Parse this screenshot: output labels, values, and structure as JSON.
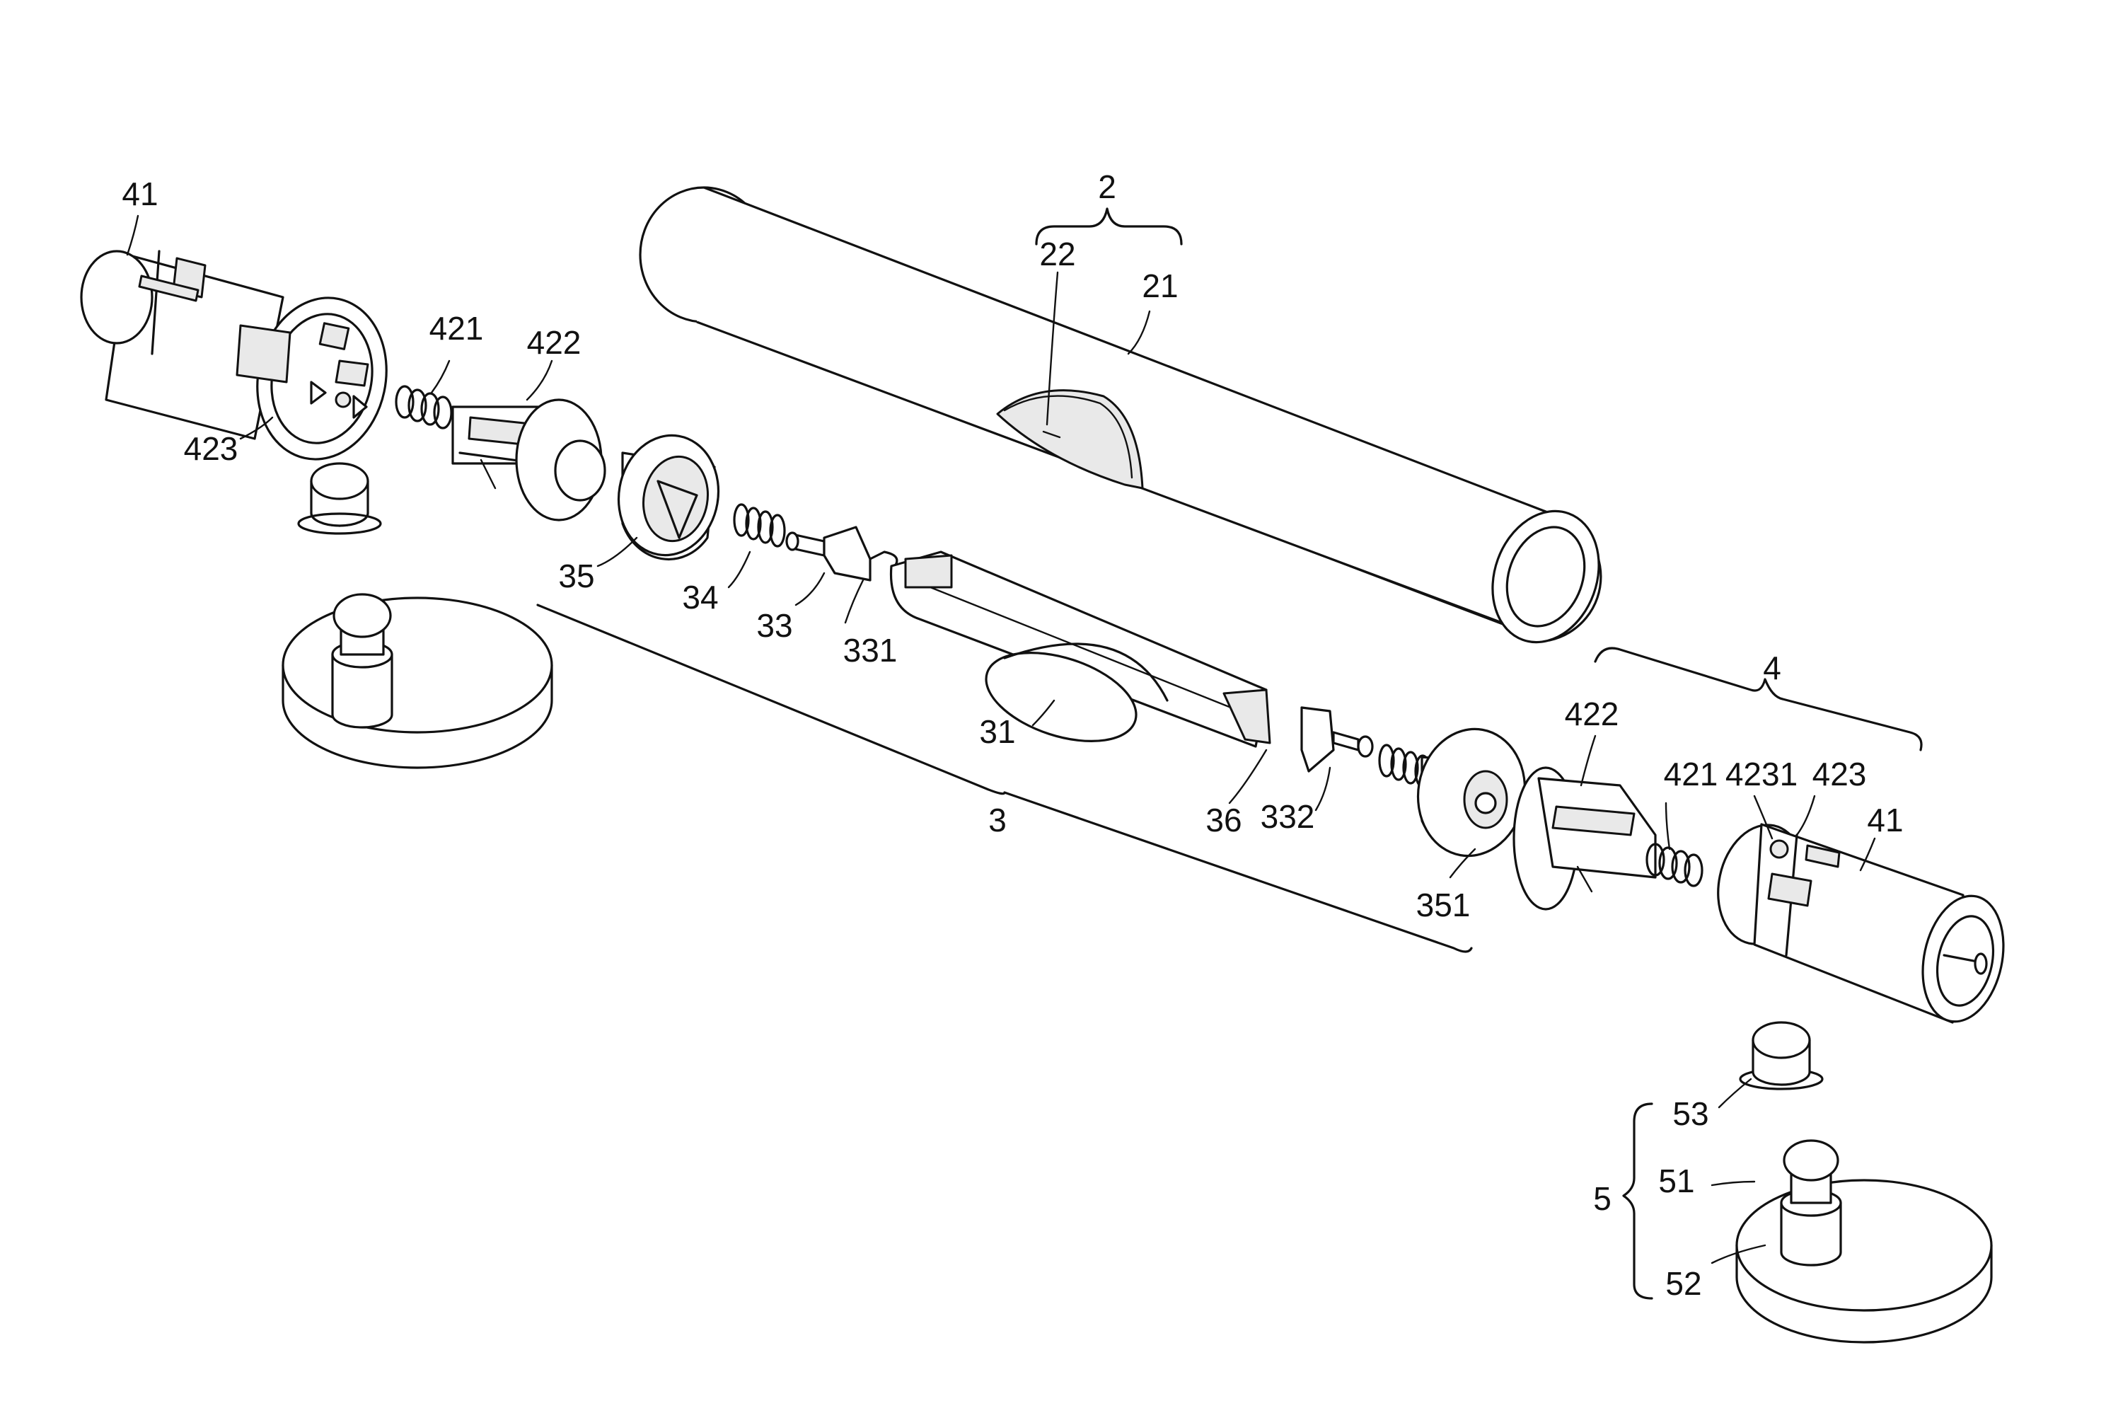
{
  "labels": {
    "l41_left": "41",
    "l423_left": "423",
    "l421_left": "421",
    "l422_left": "422",
    "l35": "35",
    "l34": "34",
    "l33": "33",
    "l331": "331",
    "l2": "2",
    "l22": "22",
    "l21": "21",
    "l31": "31",
    "l36": "36",
    "l332": "332",
    "l3": "3",
    "l351": "351",
    "l422_right": "422",
    "l421_right": "421",
    "l4231": "4231",
    "l423_right": "423",
    "l4": "4",
    "l41_right": "41",
    "l53": "53",
    "l5": "5",
    "l51": "51",
    "l52": "52"
  }
}
